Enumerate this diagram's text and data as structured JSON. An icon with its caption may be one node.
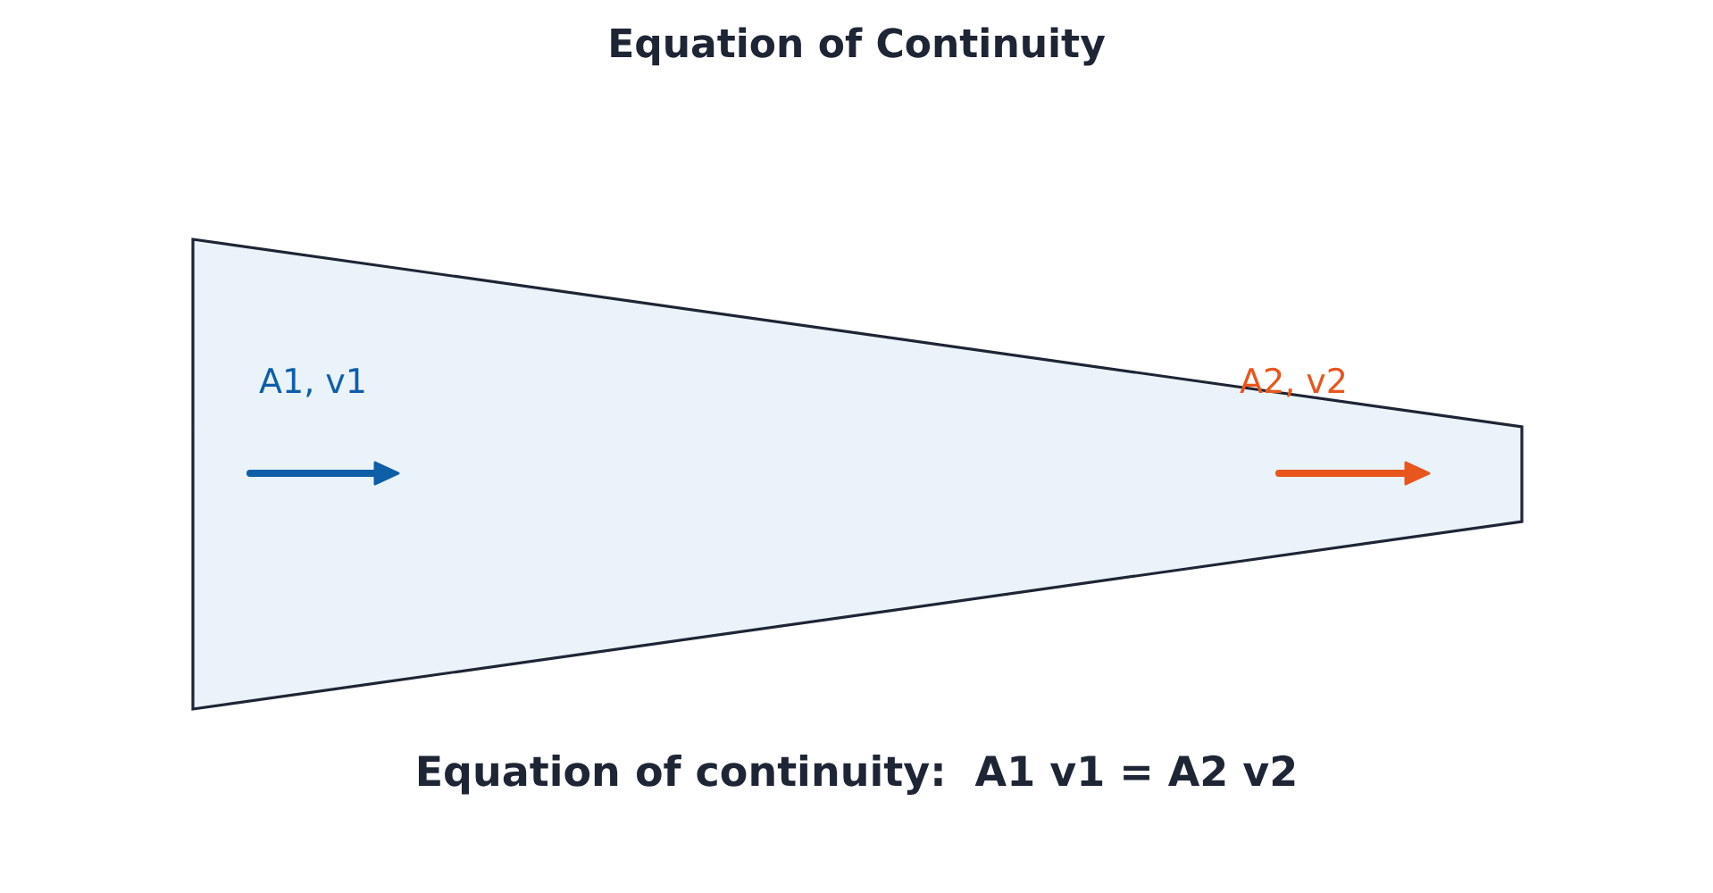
{
  "diagram": {
    "title": "Equation of Continuity",
    "caption": "Equation of continuity:  A1 v1 = A2 v2",
    "labels": [
      "A1, v1",
      "A2, v2"
    ]
  }
}
